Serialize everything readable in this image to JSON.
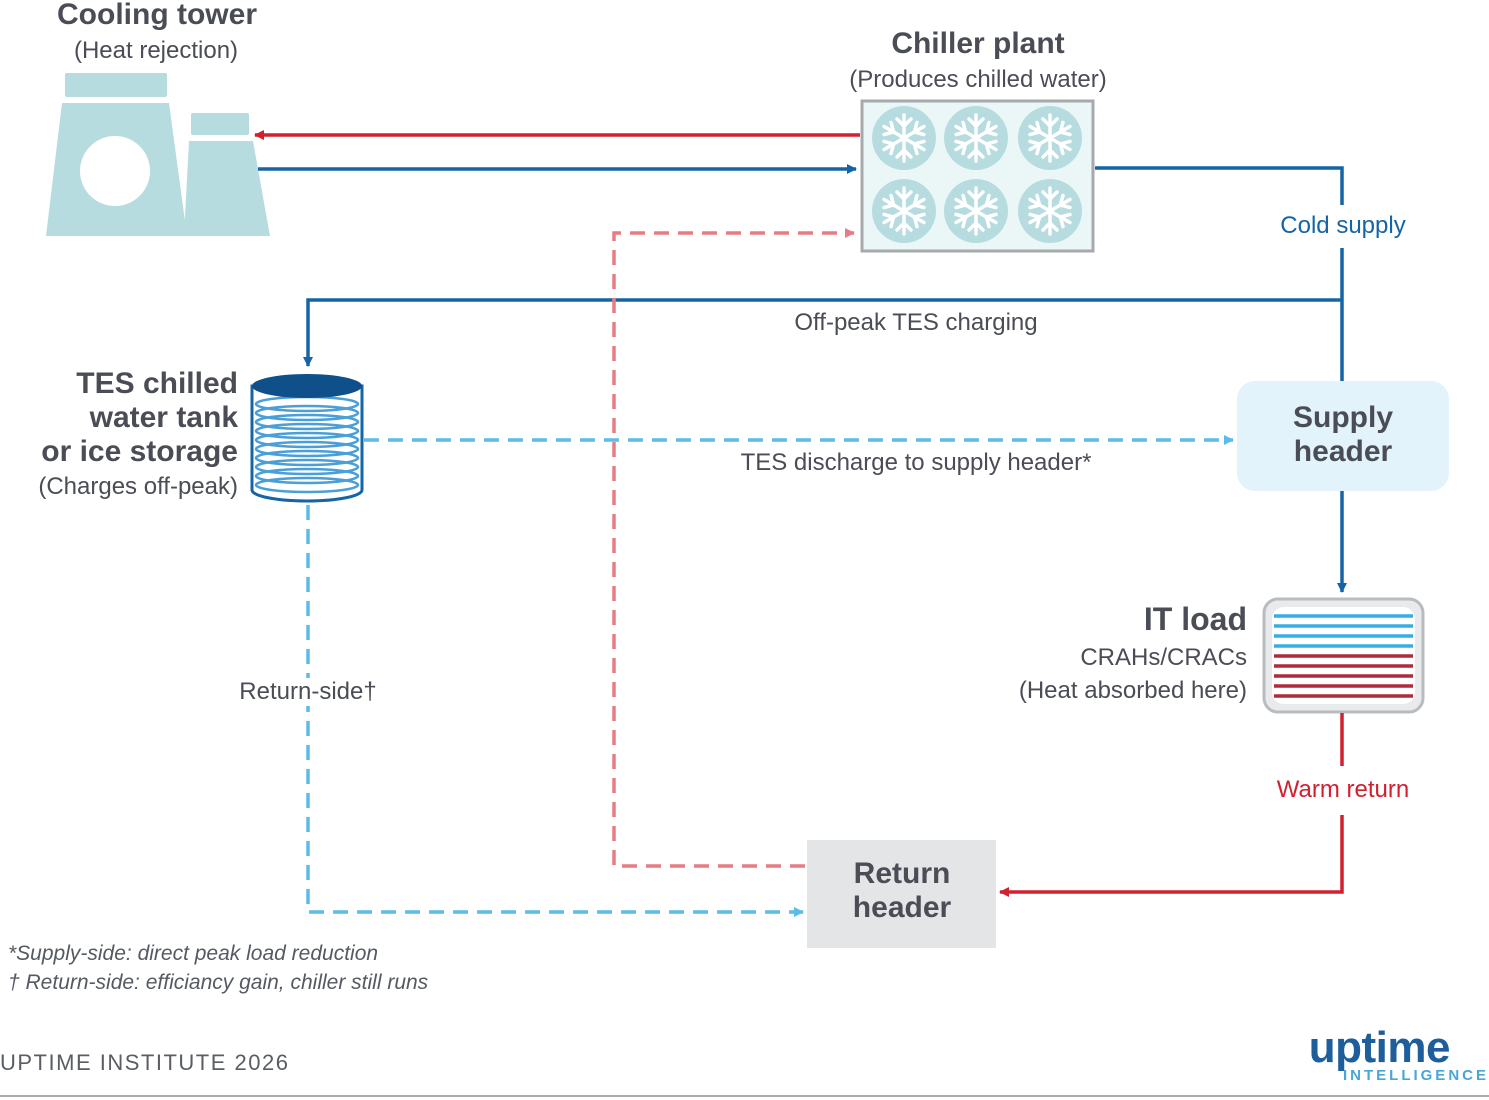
{
  "nodes": {
    "cooling_tower": {
      "title": "Cooling tower",
      "subtitle": "(Heat rejection)"
    },
    "chiller_plant": {
      "title": "Chiller plant",
      "subtitle": "(Produces chilled water)"
    },
    "tes_tank": {
      "title_lines": [
        "TES chilled",
        "water tank",
        "or ice storage"
      ],
      "subtitle": "(Charges off-peak)"
    },
    "supply_header": {
      "title_lines": [
        "Supply",
        "header"
      ]
    },
    "it_load": {
      "title": "IT load",
      "subtitle_lines": [
        "CRAHs/CRACs",
        "(Heat absorbed here)"
      ]
    },
    "return_header": {
      "title_lines": [
        "Return",
        "header"
      ]
    }
  },
  "flows": {
    "cold_supply": "Cold supply",
    "off_peak_charging": "Off-peak TES charging",
    "tes_discharge": "TES discharge to supply header*",
    "return_side": "Return-side†",
    "warm_return": "Warm return"
  },
  "footnotes": [
    "*Supply-side: direct peak load reduction",
    "† Return-side: efficiancy gain, chiller still runs"
  ],
  "credit": "UPTIME INSTITUTE 2026",
  "logo": {
    "main": "uptime",
    "sub": "INTELLIGENCE"
  },
  "colors": {
    "cold": "#1565a6",
    "warm": "#d3202f",
    "warm_dashed": "#e77d83",
    "tes_dashed": "#5bbce6",
    "ice": "#b6dcdf",
    "supply_header_fill": "#e3f3fb",
    "return_header_fill": "#e4e5e7"
  }
}
